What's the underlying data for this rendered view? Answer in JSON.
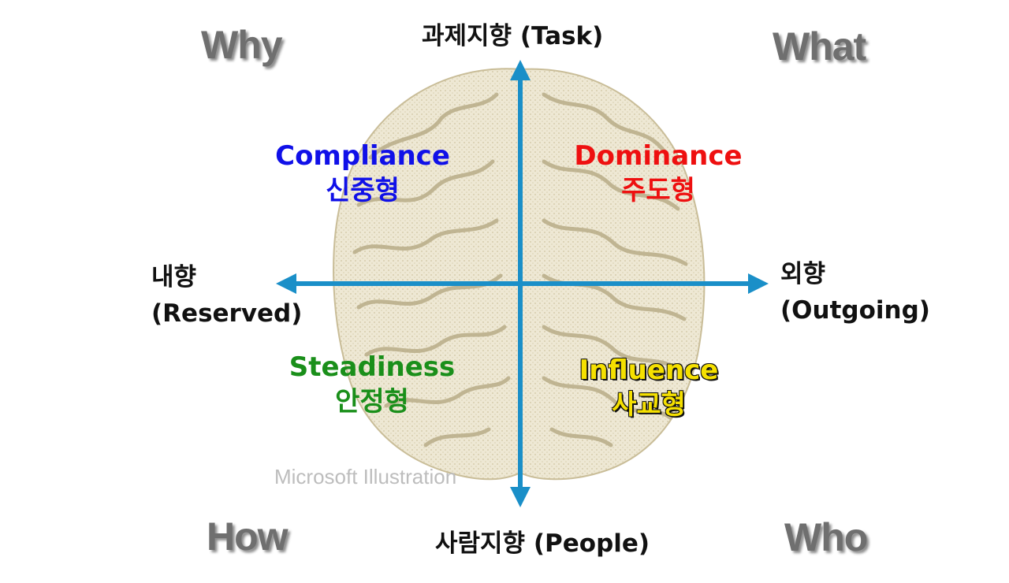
{
  "corners": {
    "top_left": "Why",
    "top_right": "What",
    "bottom_left": "How",
    "bottom_right": "Who"
  },
  "axes": {
    "top": "과제지향 (Task)",
    "bottom": "사람지향 (People)",
    "left_line1": "내향",
    "left_line2": "(Reserved)",
    "right_line1": "외향",
    "right_line2": "(Outgoing)"
  },
  "quadrants": {
    "top_left": {
      "en": "Compliance",
      "ko": "신중형",
      "color": "#1010e8"
    },
    "top_right": {
      "en": "Dominance",
      "ko": "주도형",
      "color": "#ee1010"
    },
    "bottom_left": {
      "en": "Steadiness",
      "ko": "안정형",
      "color": "#1a8f1a"
    },
    "bottom_right": {
      "en": "Influence",
      "ko": "사교형",
      "color": "#f5e000"
    }
  },
  "watermark": "Microsoft Illustration",
  "colors": {
    "arrow": "#1a8fc8",
    "brain_fill": "#ece6d0",
    "brain_stroke": "#b8ad8a"
  }
}
